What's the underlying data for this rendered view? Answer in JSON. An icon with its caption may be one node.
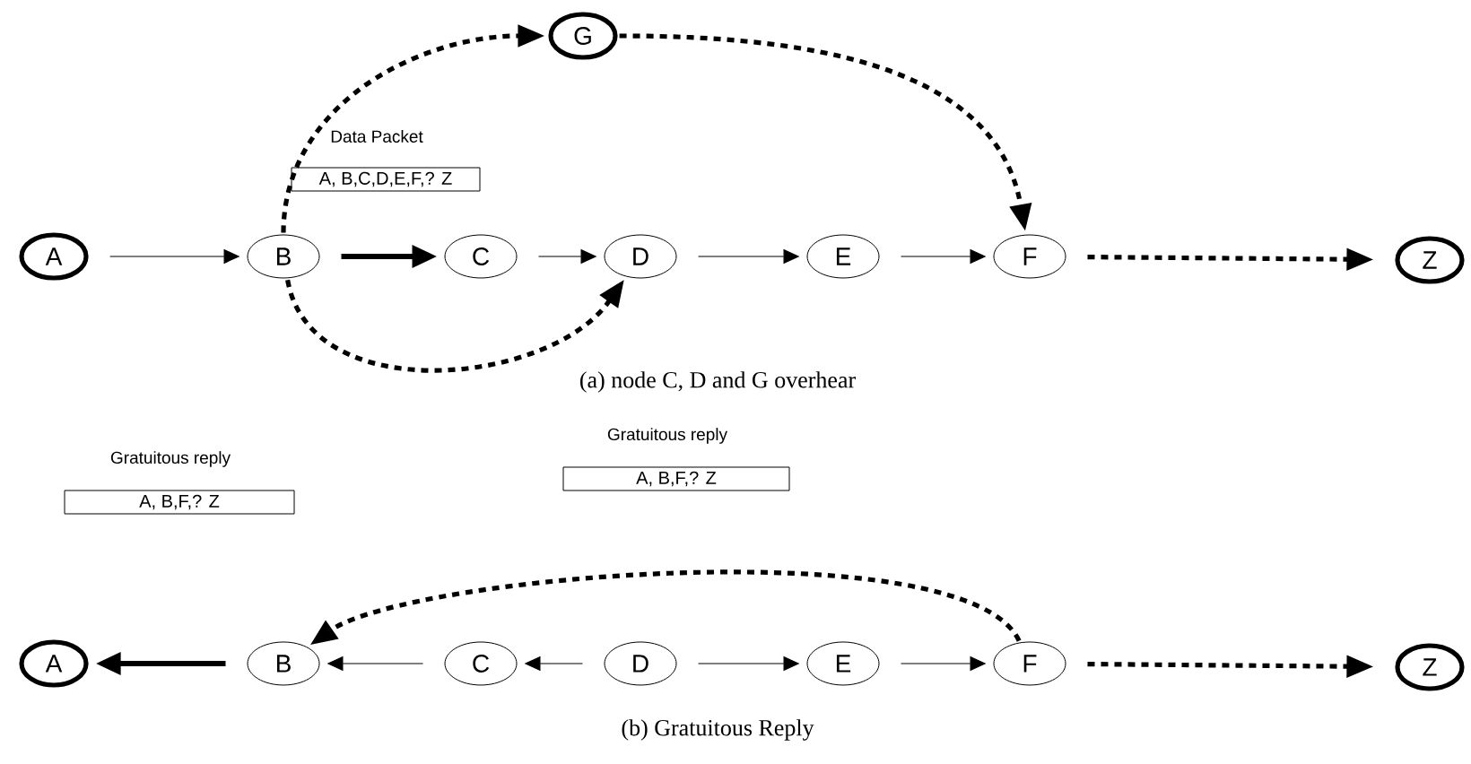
{
  "diagram": {
    "nodes": [
      {
        "text": [
          "A"
        ]
      },
      {
        "text": [
          "B"
        ]
      },
      {
        "text": [
          "C"
        ]
      },
      {
        "text": [
          "D"
        ]
      },
      {
        "text": [
          "E"
        ]
      },
      {
        "text": [
          "F"
        ]
      },
      {
        "text": [
          "Z"
        ]
      },
      {
        "text": [
          "G"
        ]
      },
      {
        "text": [
          "Data Packet",
          "A, B,C,D,E,F,? Z"
        ]
      },
      {
        "text": [
          "A"
        ]
      },
      {
        "text": [
          "B"
        ]
      },
      {
        "text": [
          "C"
        ]
      },
      {
        "text": [
          "D"
        ]
      },
      {
        "text": [
          "E"
        ]
      },
      {
        "text": [
          "F"
        ]
      },
      {
        "text": [
          "Z"
        ]
      },
      {
        "text": [
          "Gratuitous reply",
          "A, B,F,? Z"
        ]
      },
      {
        "text": [
          "Gratuitous reply",
          "A, B,F,? Z"
        ]
      }
    ],
    "edges": [
      {
        "from": 0,
        "to": 1,
        "arrow": "to"
      },
      {
        "from": 1,
        "to": 2,
        "arrow": "to",
        "style": "thick"
      },
      {
        "from": 2,
        "to": 3,
        "arrow": "to"
      },
      {
        "from": 3,
        "to": 4,
        "arrow": "to"
      },
      {
        "from": 4,
        "to": 5,
        "arrow": "to"
      },
      {
        "from": 5,
        "to": 6,
        "arrow": "to",
        "style": "dashed"
      },
      {
        "from": 1,
        "to": 7,
        "arrow": "to",
        "style": "dashed"
      },
      {
        "from": 7,
        "to": 5,
        "arrow": "to",
        "style": "dashed"
      },
      {
        "from": 1,
        "to": 3,
        "arrow": "to",
        "style": "dashed"
      },
      {
        "from": 10,
        "to": 9,
        "arrow": "to",
        "style": "thick"
      },
      {
        "from": 11,
        "to": 10,
        "arrow": "to"
      },
      {
        "from": 12,
        "to": 11,
        "arrow": "to"
      },
      {
        "from": 12,
        "to": 13,
        "arrow": "to"
      },
      {
        "from": 13,
        "to": 14,
        "arrow": "to"
      },
      {
        "from": 14,
        "to": 15,
        "arrow": "to",
        "style": "dashed"
      },
      {
        "from": 14,
        "to": 10,
        "arrow": "to",
        "style": "dashed"
      }
    ],
    "labels": [
      "(a) node C, D and G overhear",
      "(b) Gratuitous Reply"
    ]
  }
}
